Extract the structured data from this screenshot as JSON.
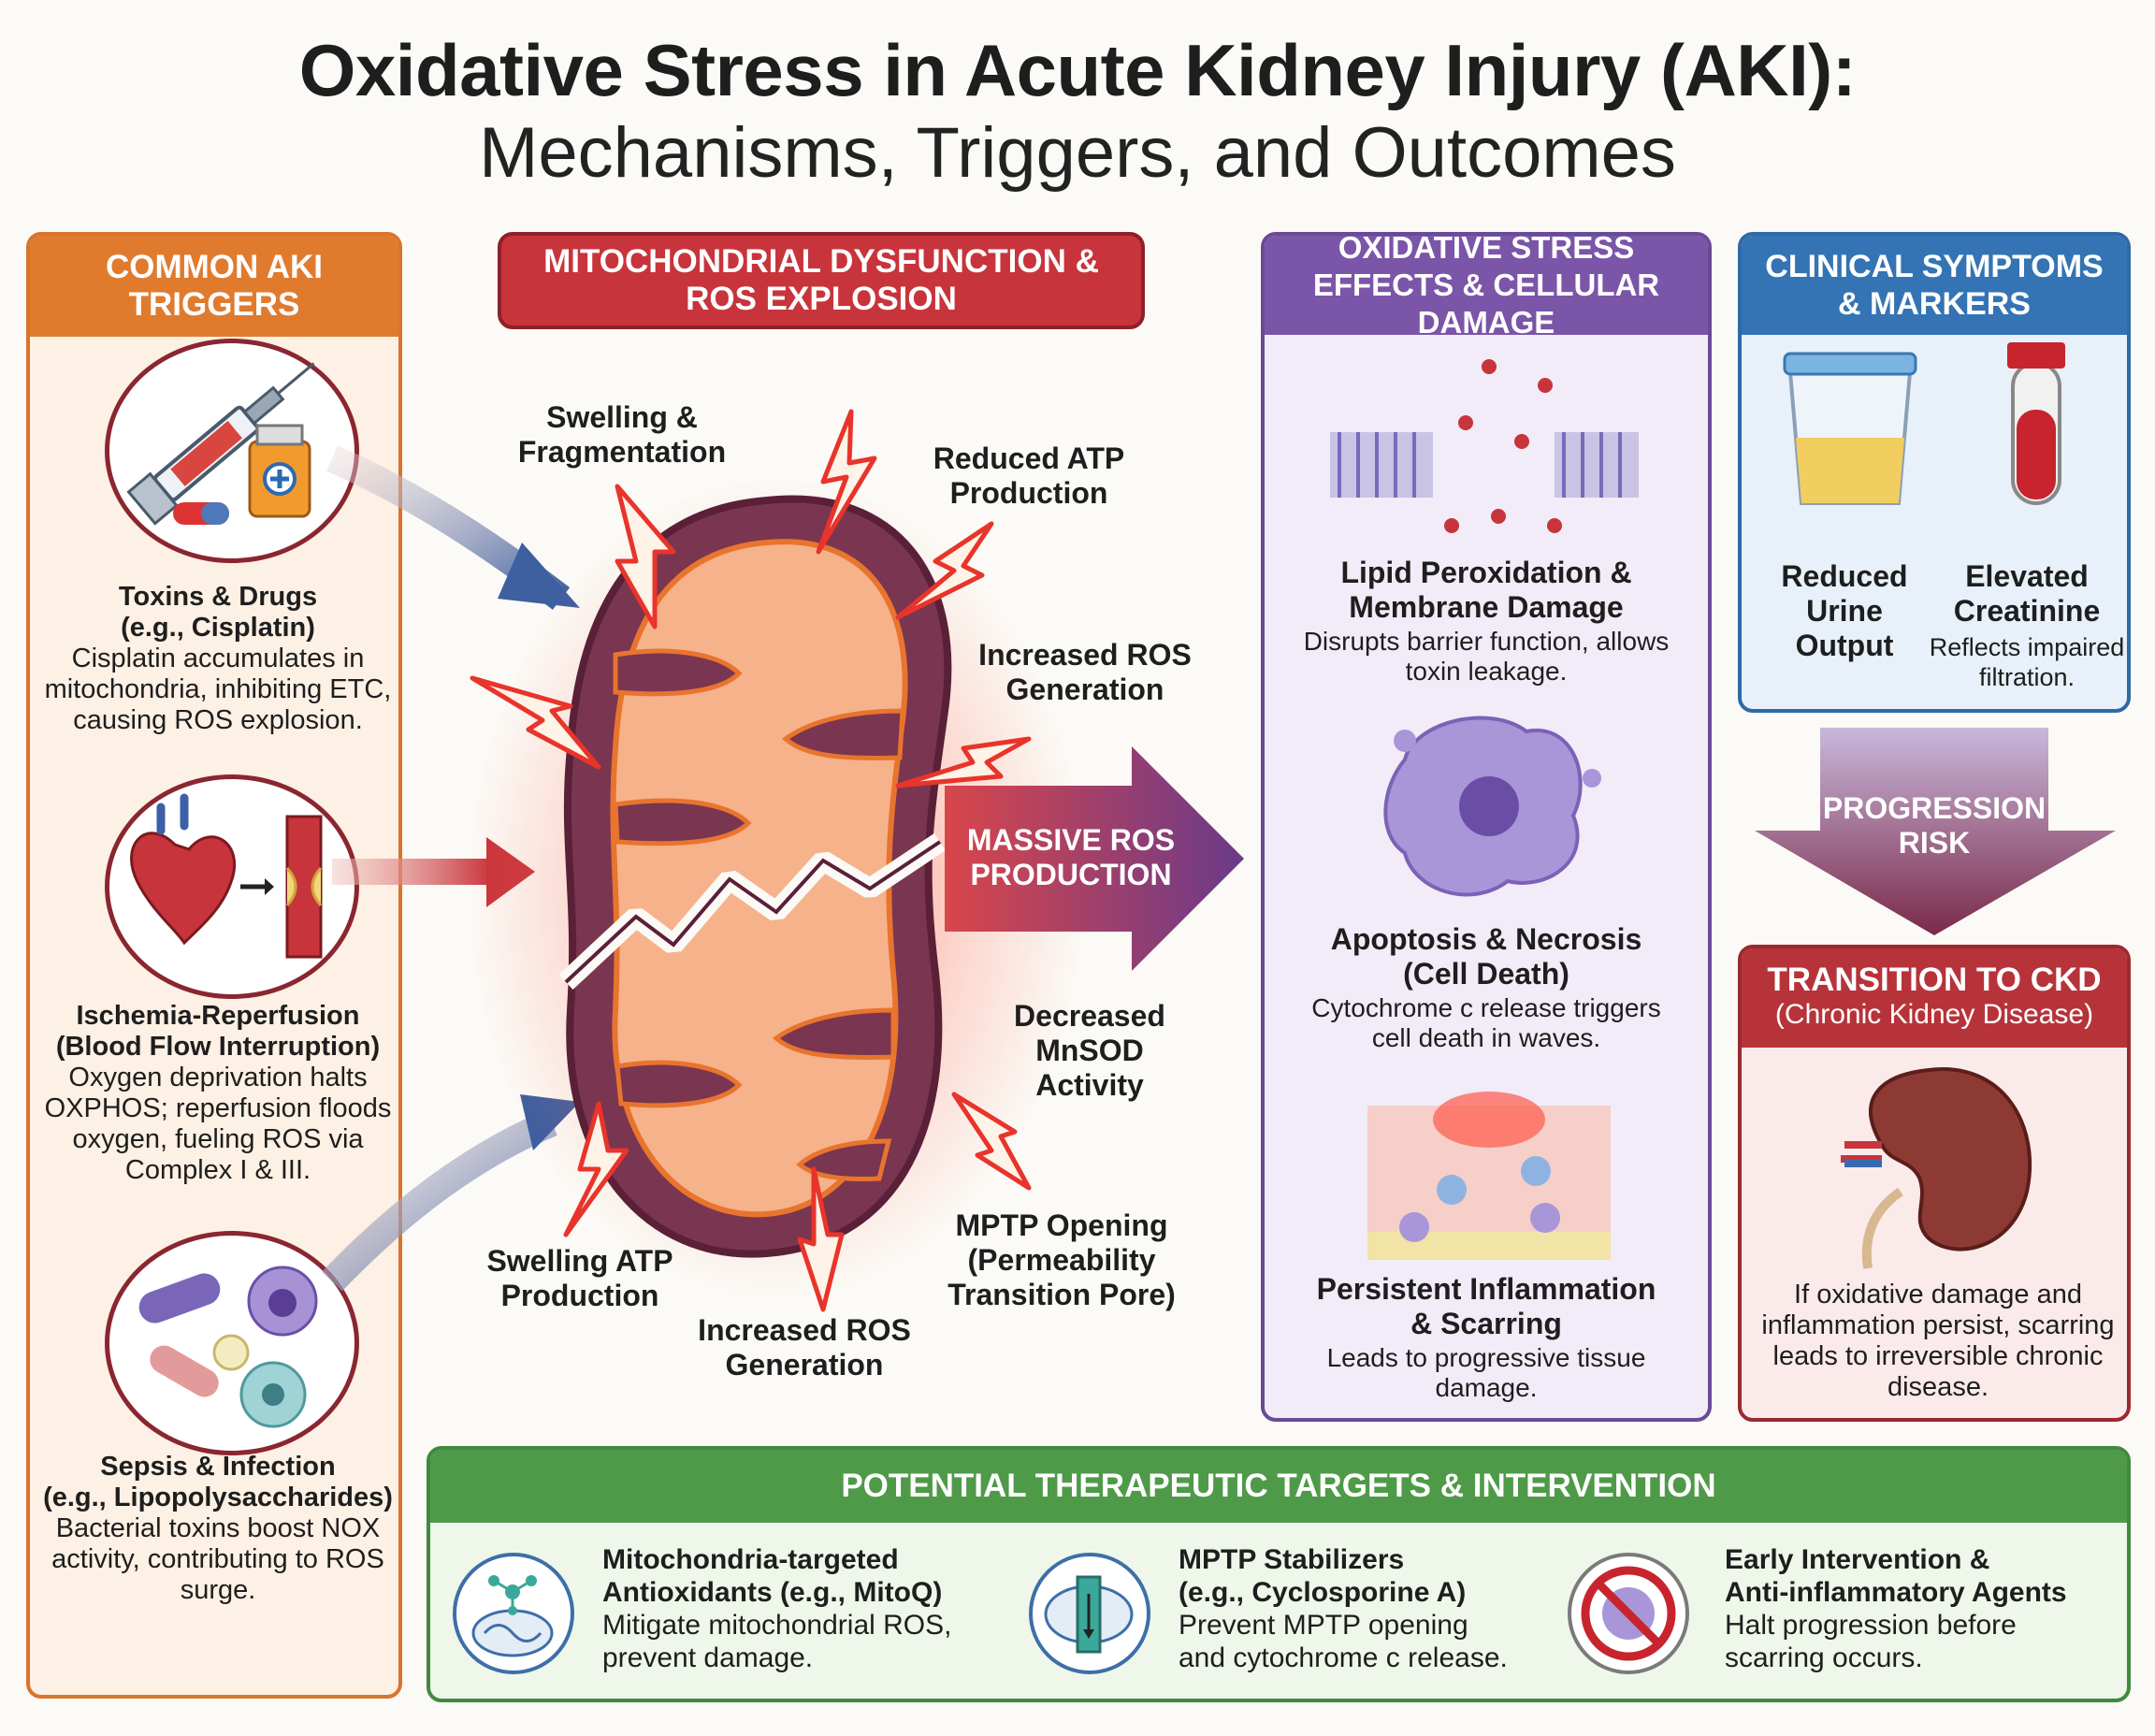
{
  "title": {
    "line1": "Oxidative Stress in Acute Kidney Injury (AKI):",
    "line2": "Mechanisms, Triggers, and Outcomes"
  },
  "triggers": {
    "header": "COMMON AKI TRIGGERS",
    "items": [
      {
        "title1": "Toxins & Drugs",
        "title2": "(e.g., Cisplatin)",
        "desc": "Cisplatin accumulates in mitochondria, inhibiting ETC, causing ROS explosion."
      },
      {
        "title1": "Ischemia-Reperfusion",
        "title2": "(Blood Flow Interruption)",
        "desc": "Oxygen deprivation halts OXPHOS; reperfusion floods oxygen, fueling ROS via Complex I & III."
      },
      {
        "title1": "Sepsis & Infection",
        "title2": "(e.g., Lipopolysaccharides)",
        "desc": "Bacterial toxins boost NOX activity, contributing to ROS surge."
      }
    ]
  },
  "mito": {
    "header": "MITOCHONDRIAL DYSFUNCTION & ROS EXPLOSION",
    "labels": {
      "swelling_frag": "Swelling & Fragmentation",
      "reduced_atp": "Reduced ATP Production",
      "increased_ros_top": "Increased ROS Generation",
      "massive_ros": "MASSIVE ROS PRODUCTION",
      "decreased_mnsod": "Decreased MnSOD Activity",
      "mptp": "MPTP Opening (Permeability Transition Pore)",
      "swelling_atp": "Swelling ATP Production",
      "increased_ros_bottom": "Increased ROS Generation"
    }
  },
  "oxidative": {
    "header": "OXIDATIVE STRESS EFFECTS & CELLULAR DAMAGE",
    "items": [
      {
        "title": "Lipid Peroxidation & Membrane Damage",
        "desc": "Disrupts barrier function, allows toxin leakage."
      },
      {
        "title": "Apoptosis & Necrosis (Cell Death)",
        "desc": "Cytochrome c release triggers cell death in waves."
      },
      {
        "title": "Persistent Inflammation & Scarring",
        "desc": "Leads to progressive tissue damage."
      }
    ]
  },
  "clinical": {
    "header": "CLINICAL SYMPTOMS & MARKERS",
    "urine": {
      "title": "Reduced Urine Output"
    },
    "creat": {
      "title": "Elevated Creatinine",
      "desc": "Reflects impaired filtration."
    }
  },
  "progression": {
    "label": "PROGRESSION RISK"
  },
  "ckd": {
    "header1": "TRANSITION TO CKD",
    "header2": "(Chronic Kidney Disease)",
    "desc": "If oxidative damage and inflammation persist, scarring leads to irreversible chronic disease."
  },
  "therapy": {
    "header": "POTENTIAL THERAPEUTIC TARGETS & INTERVENTION",
    "items": [
      {
        "title1": "Mitochondria-targeted",
        "title2": "Antioxidants (e.g., MitoQ)",
        "desc1": "Mitigate mitochondrial ROS,",
        "desc2": "prevent damage."
      },
      {
        "title1": "MPTP Stabilizers",
        "title2": "(e.g., Cyclosporine A)",
        "desc1": "Prevent MPTP opening",
        "desc2": "and cytochrome c release."
      },
      {
        "title1": "Early Intervention &",
        "title2": "Anti-inflammatory Agents",
        "desc1": "Halt progression before",
        "desc2": "scarring occurs."
      }
    ]
  },
  "colors": {
    "triggers": "#e07b2e",
    "mito": "#c8343b",
    "oxidative": "#7a55a8",
    "clinical": "#3474b4",
    "ckd": "#b7333a",
    "therapy": "#4e9a48"
  }
}
